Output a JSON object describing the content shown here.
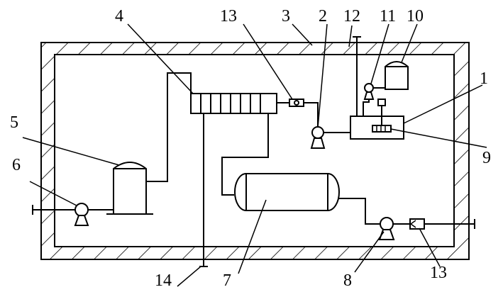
{
  "labels": {
    "l1": "1",
    "l2": "2",
    "l3": "3",
    "l4": "4",
    "l5": "5",
    "l6": "6",
    "l7": "7",
    "l8": "8",
    "l9": "9",
    "l10": "10",
    "l11": "11",
    "l12": "12",
    "l13_top": "13",
    "l13_bottom": "13",
    "l14": "14"
  }
}
